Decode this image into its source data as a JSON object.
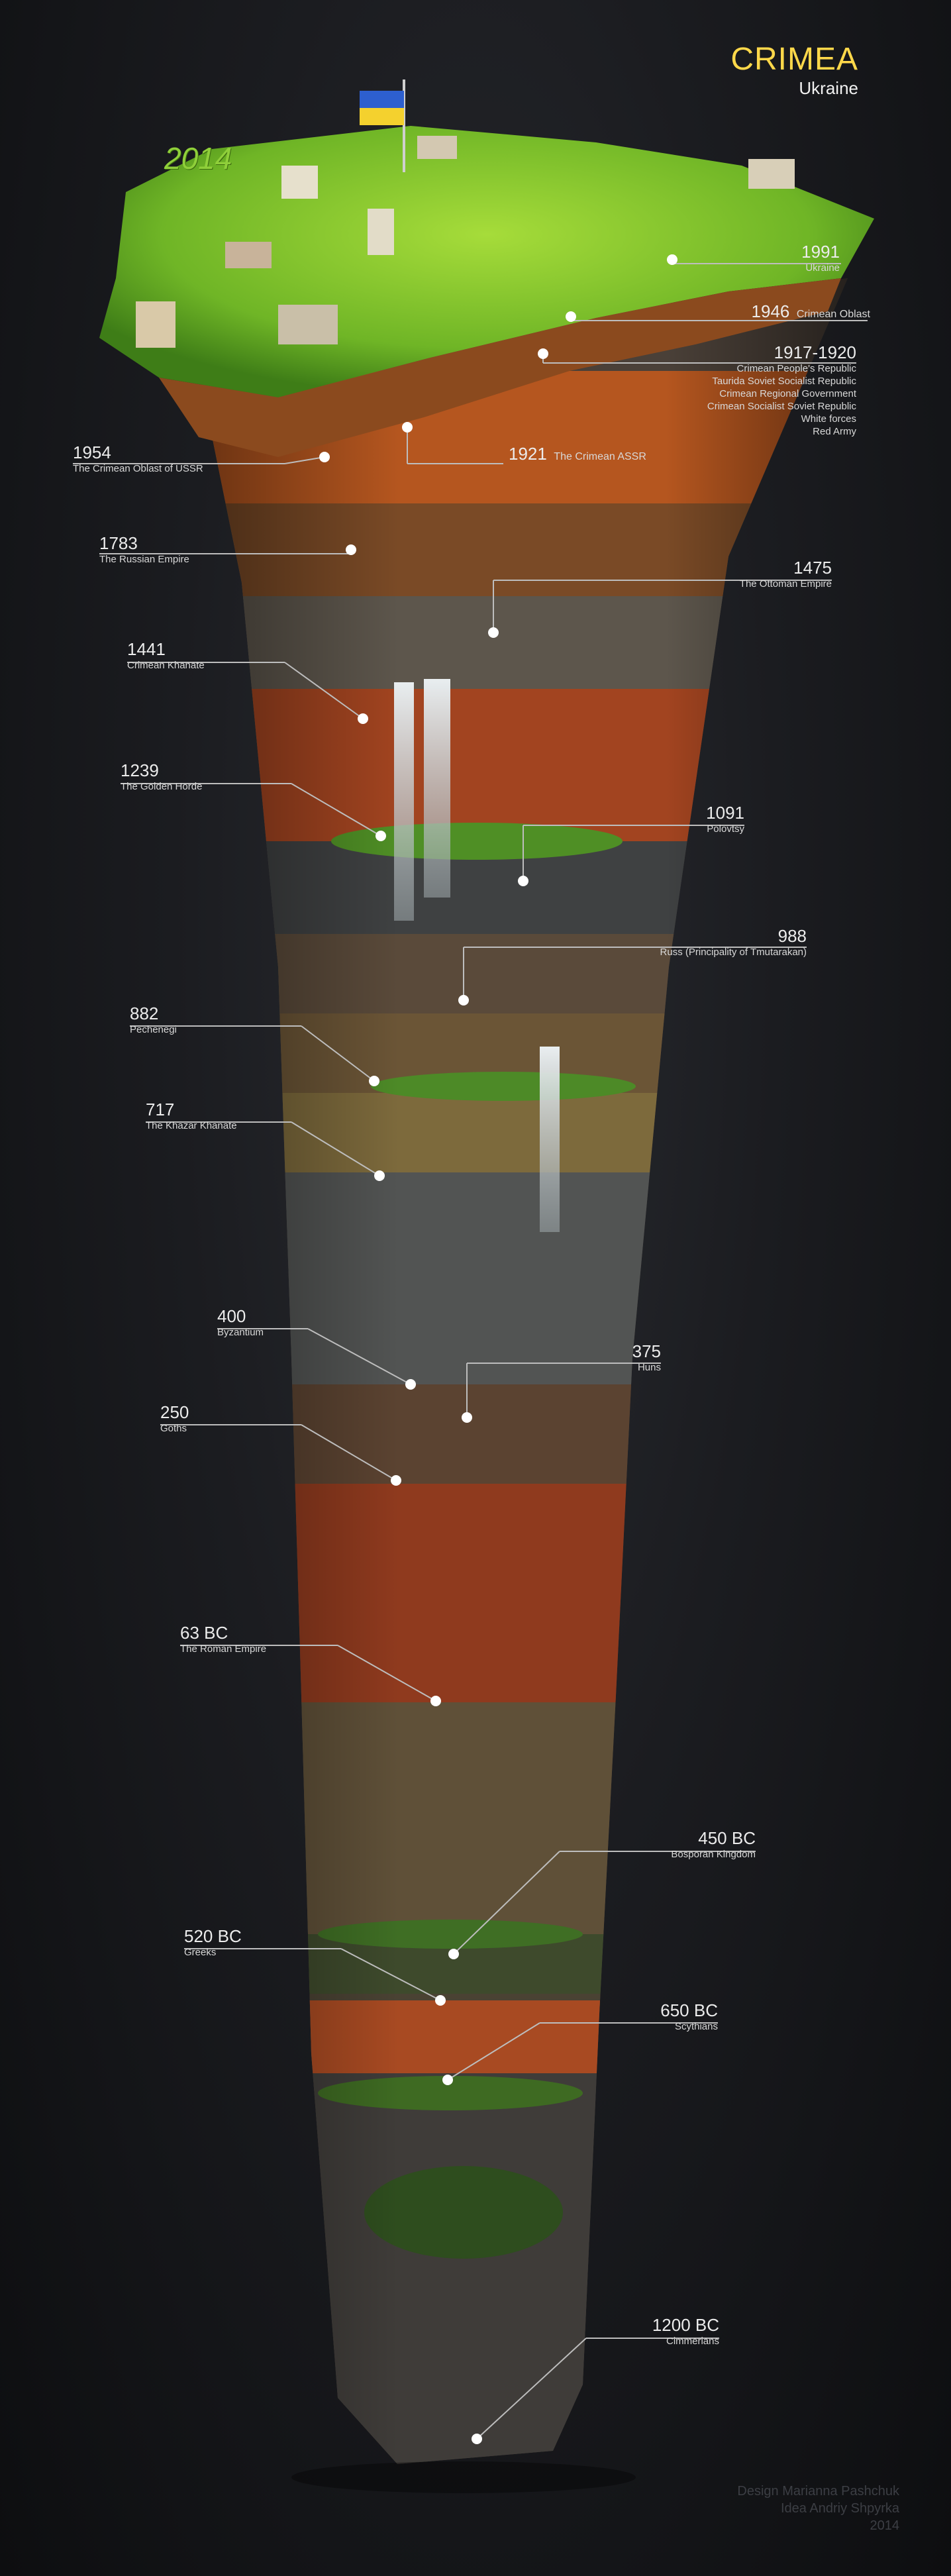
{
  "header": {
    "title": "CRIMEA",
    "subtitle": "Ukraine",
    "year_sign": "2014"
  },
  "credits": {
    "line1": "Design Marianna Pashchuk",
    "line2": "Idea Andriy Shpyrka",
    "line3": "2014"
  },
  "colors": {
    "title": "#ffd84a",
    "grass": "#6fb526",
    "soil_red": "#9c3e1c",
    "rock_gray": "#5b5a58",
    "water": "#cfd6d8"
  },
  "layers": [
    {
      "year": "1991",
      "name": "Ukraine"
    },
    {
      "year": "1946",
      "name": "Crimean Oblast"
    },
    {
      "year": "1917-1920",
      "name": "Crimean People's Republic",
      "names": [
        "Crimean People's Republic",
        "Taurida Soviet Socialist Republic",
        "Crimean Regional Government",
        "Crimean Socialist Soviet Republic",
        "White forces",
        "Red Army"
      ]
    },
    {
      "year": "1954",
      "name": "The Crimean Oblast of USSR"
    },
    {
      "year": "1921",
      "name": "The Crimean ASSR"
    },
    {
      "year": "1783",
      "name": "The Russian Empire"
    },
    {
      "year": "1475",
      "name": "The Ottoman Empire"
    },
    {
      "year": "1441",
      "name": "Crimean Khanate"
    },
    {
      "year": "1239",
      "name": "The Golden Horde"
    },
    {
      "year": "1091",
      "name": "Polovtsy"
    },
    {
      "year": "988",
      "name": "Russ (Principality of Tmutarakan)"
    },
    {
      "year": "882",
      "name": "Pechenegi"
    },
    {
      "year": "717",
      "name": "The Khazar Khanate"
    },
    {
      "year": "400",
      "name": "Byzantium"
    },
    {
      "year": "375",
      "name": "Huns"
    },
    {
      "year": "250",
      "name": "Goths"
    },
    {
      "year": "63 BC",
      "name": "The Roman Empire"
    },
    {
      "year": "450 BC",
      "name": "Bosporan Kingdom"
    },
    {
      "year": "520 BC",
      "name": "Greeks"
    },
    {
      "year": "650 BC",
      "name": "Scythians"
    },
    {
      "year": "1200 BC",
      "name": "Cimmerians"
    }
  ]
}
